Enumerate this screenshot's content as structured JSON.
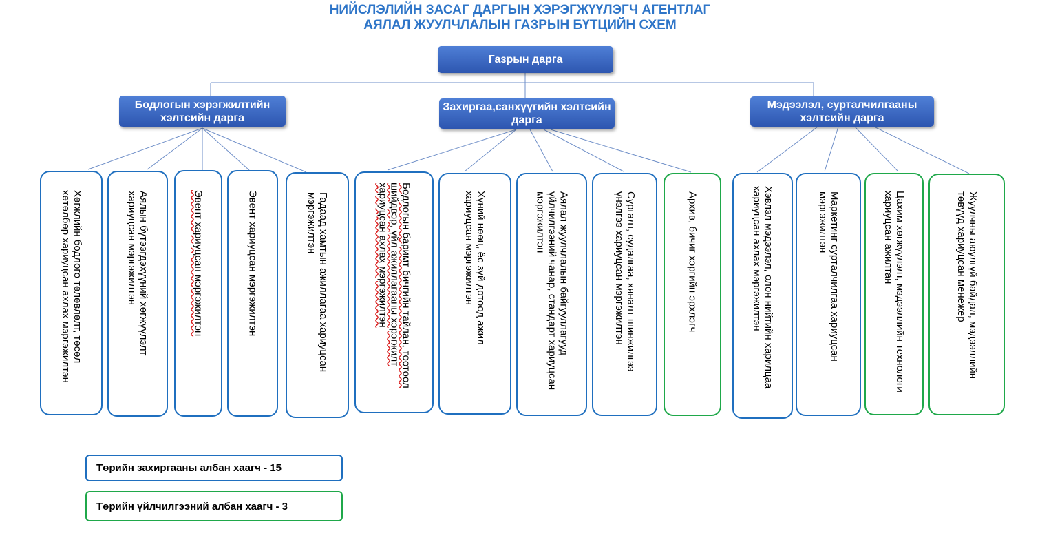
{
  "title": {
    "line1": "НИЙСЛЭЛИЙН ЗАСАГ ДАРГЫН ХЭРЭГЖҮҮЛЭГЧ АГЕНТЛАГ",
    "line2": "АЯЛАЛ ЖУУЛЧЛАЛЫН ГАЗРЫН БҮТЦИЙН СХЕМ"
  },
  "head": {
    "label": "Газрын дарга"
  },
  "deputies": [
    {
      "label": "Бодлогын хэрэгжилтийн хэлтсийн дарга"
    },
    {
      "label": "Захиргаа,санхүүгийн хэлтсийн дарга"
    },
    {
      "label": "Мэдээлэл, сурталчилгааны хэлтсийн дарга"
    }
  ],
  "units": [
    {
      "label": "Хөгжлийн бодлого төлөвлөлт, төсөл хөтөлбөр хариуцсан ахлах мэргэжилтэн",
      "type": "civil"
    },
    {
      "label": "Аялын бүтээгдэхүүний хөгжүүлэлт хариуцсан мэргэжилтэн",
      "type": "civil"
    },
    {
      "label": "Эвент хариуцсан мэргэжилтэн",
      "type": "civil"
    },
    {
      "label": "Эвент хариуцсан мэргэжилтэн",
      "type": "civil"
    },
    {
      "label": "Гадаад хамтын ажиллагаа хариуцсан мэргэжилтэн",
      "type": "civil"
    },
    {
      "label": "Бодлогын баримт бичгийн тайлан, тоотоол шийдвэр, үйл ажиллагааны хэрэгжилт хариуцсан ахлах мэргэжилтэн",
      "type": "civil"
    },
    {
      "label": "Хүний нөөц, ёс зүй дотоод ажил хариуцсан мэргэжилтэн",
      "type": "civil"
    },
    {
      "label": "Аялал жуулчлалын байгууллагууд үйлчилгээний чанар, стандарт хариуцсан мэргэжилтэн",
      "type": "civil"
    },
    {
      "label": "Сургалт, судалгаа, хяналт шинжилгээ үнэлгээ хариуцсан мэргэжилтэн",
      "type": "civil"
    },
    {
      "label": "Архив, бичиг хэргийн эрхлэгч",
      "type": "service"
    },
    {
      "label": "Хэвлэл мэдээлэл, олон нийтийн харилцаа хариуцсан ахлах мэргэжилтэн",
      "type": "civil"
    },
    {
      "label": "Маркетинг сурталчилгаа хариуцсан мэргэжилтэн",
      "type": "civil"
    },
    {
      "label": "Цахим хөгжүүлэлт, мэдээллийн технологи хариуцсан ажилтан",
      "type": "service"
    },
    {
      "label": "Жуулчны аюулгүй байдал, мэдээллийн төвүүд хариуцсан менежер",
      "type": "service"
    }
  ],
  "legend": {
    "civil": "Төрийн захиргааны албан хаагч - 15",
    "service": "Төрийн үйлчилгээний албан хаагч - 3"
  },
  "colors": {
    "title": "#2e75c8",
    "header": "#2d56b0",
    "civil_border": "#1f6fbf",
    "service_border": "#1fa84a",
    "connector": "#6f8fc8"
  }
}
